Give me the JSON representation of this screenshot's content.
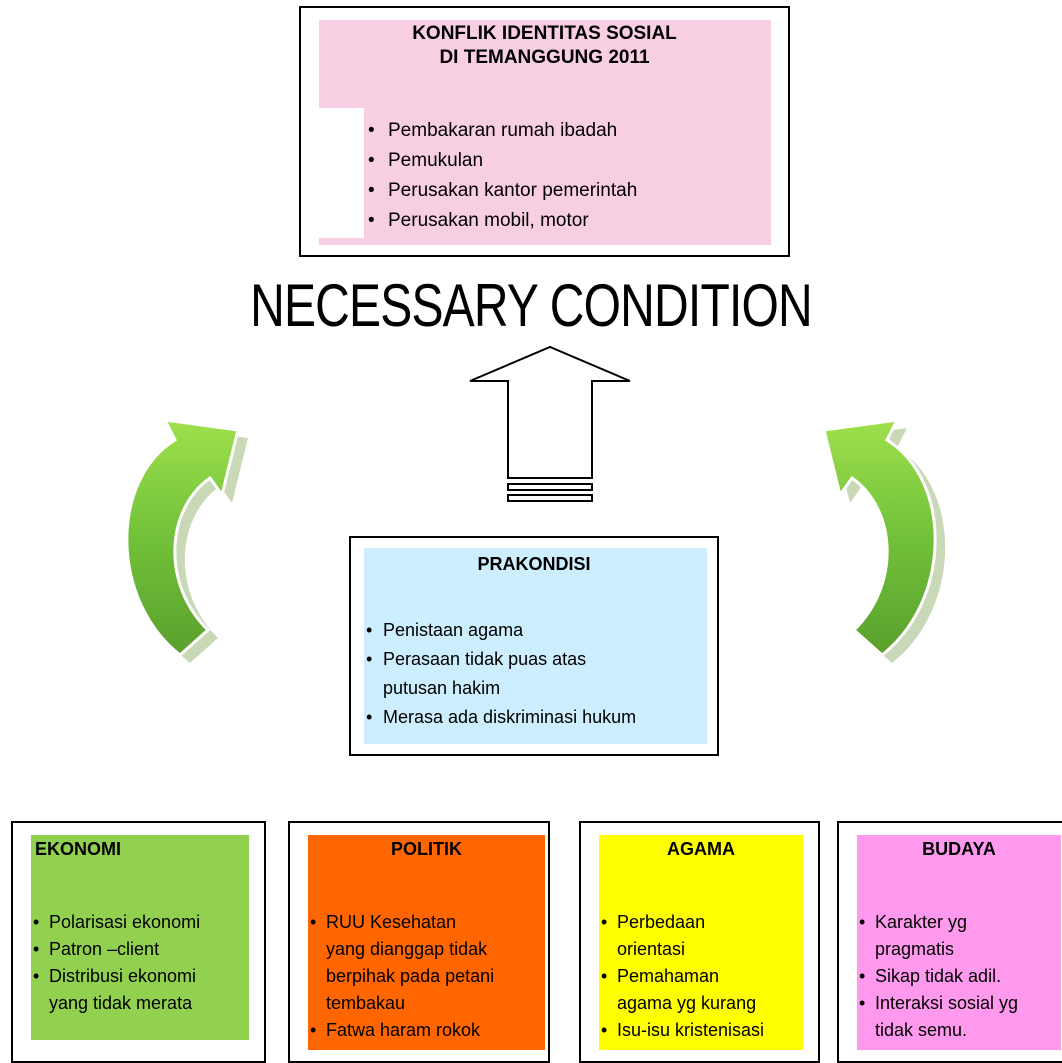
{
  "top_box": {
    "title_line1": "KONFLIK IDENTITAS SOSIAL",
    "title_line2": "DI TEMANGGUNG 2011",
    "items": [
      "Pembakaran rumah ibadah",
      "Pemukulan",
      "Perusakan kantor pemerintah",
      "Perusakan mobil, motor"
    ],
    "fill_color": "#f8cfe2"
  },
  "heading": "NECESSARY CONDITION",
  "prakondisi": {
    "title": "PRAKONDISI",
    "items": [
      "Penistaan agama",
      "Perasaan tidak puas atas",
      "putusan hakim",
      "Merasa ada diskriminasi hukum"
    ],
    "fill_color": "#cceeff"
  },
  "ekonomi": {
    "title": "EKONOMI",
    "items": [
      "Polarisasi ekonomi",
      "Patron –client",
      "Distribusi ekonomi",
      "yang tidak merata"
    ],
    "fill_color": "#92d050"
  },
  "politik": {
    "title": "POLITIK",
    "items": [
      " RUU Kesehatan",
      "yang dianggap tidak",
      "berpihak pada petani",
      "tembakau",
      "Fatwa haram rokok"
    ],
    "fill_color": "#ff6600"
  },
  "agama": {
    "title": "AGAMA",
    "items": [
      " Perbedaan",
      "orientasi",
      "Pemahaman",
      "agama yg kurang",
      "Isu-isu kristenisasi"
    ],
    "fill_color": "#ffff00"
  },
  "budaya": {
    "title": "BUDAYA",
    "items": [
      " Karakter yg",
      "pragmatis",
      "Sikap tidak adil.",
      "Interaksi sosial yg",
      "tidak semu."
    ],
    "fill_color": "#ff99ee"
  },
  "icons": [
    "curved-arrow-left-icon",
    "curved-arrow-right-icon",
    "up-arrow-icon"
  ],
  "arrow_color": "#7cc63c"
}
